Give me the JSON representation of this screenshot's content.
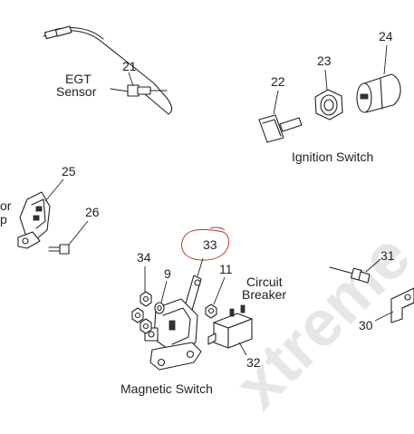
{
  "callouts": {
    "p21": "21",
    "p22": "22",
    "p23": "23",
    "p24": "24",
    "p25": "25",
    "p26": "26",
    "p9": "9",
    "p11": "11",
    "p30": "30",
    "p31": "31",
    "p32": "32",
    "p33": "33",
    "p34": "34"
  },
  "labels": {
    "egt_line1": "EGT",
    "egt_line2": "Sensor",
    "ignition": "Ignition Switch",
    "breaker_line1": "Circuit",
    "breaker_line2": "Breaker",
    "magnetic": "Magnetic Switch",
    "cut_line1": "or",
    "cut_line2": "p"
  },
  "watermark": "xtreme",
  "colors": {
    "line": "#222222",
    "highlight_circle": "#c0392b",
    "watermark": "#e6e6e6"
  }
}
